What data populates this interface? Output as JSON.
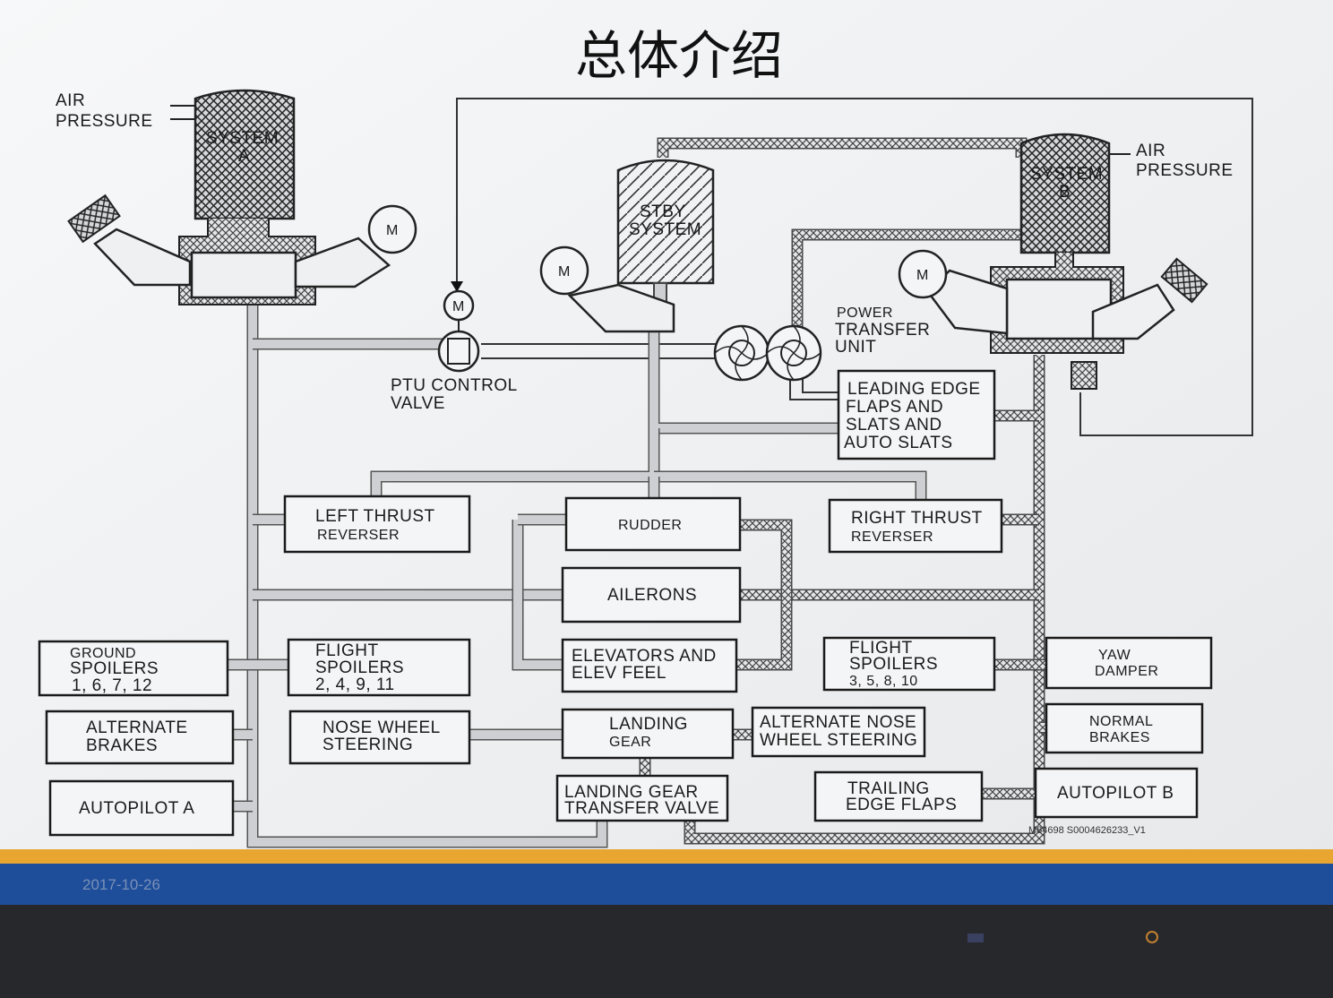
{
  "slide": {
    "title": "总体介绍",
    "date": "2017-10-26",
    "figure_id": "M84698 S0004626233_V1"
  },
  "system_a": {
    "air_pressure": [
      "AIR",
      "PRESSURE"
    ],
    "reservoir": [
      "SYSTEM",
      "A"
    ]
  },
  "system_b": {
    "air_pressure": [
      "AIR",
      "PRESSURE"
    ],
    "reservoir": [
      "SYSTEM",
      "B"
    ]
  },
  "stby": [
    "STBY",
    "SYSTEM"
  ],
  "motor_label": "M",
  "ptu_valve": [
    "PTU CONTROL",
    "VALVE"
  ],
  "ptu": [
    "POWER",
    "TRANSFER",
    "UNIT"
  ],
  "boxes": {
    "le_flaps": [
      "LEADING EDGE",
      "FLAPS AND",
      "SLATS AND",
      "AUTO SLATS"
    ],
    "left_tr": [
      "LEFT THRUST",
      "REVERSER"
    ],
    "rudder": [
      "RUDDER"
    ],
    "right_tr": [
      "RIGHT THRUST",
      "REVERSER"
    ],
    "ailerons": [
      "AILERONS"
    ],
    "ground_spoilers": [
      "GROUND",
      "SPOILERS",
      "1, 6, 7, 12"
    ],
    "flight_spoilers_a": [
      "FLIGHT",
      "SPOILERS",
      "2, 4, 9, 11"
    ],
    "elevators": [
      "ELEVATORS AND",
      "ELEV FEEL"
    ],
    "flight_spoilers_b": [
      "FLIGHT",
      "SPOILERS",
      "3, 5, 8, 10"
    ],
    "yaw_damper": [
      "YAW",
      "DAMPER"
    ],
    "alt_brakes": [
      "ALTERNATE",
      "BRAKES"
    ],
    "nose_wheel": [
      "NOSE WHEEL",
      "STEERING"
    ],
    "landing_gear": [
      "LANDING",
      "GEAR"
    ],
    "alt_nose": [
      "ALTERNATE NOSE",
      "WHEEL STEERING"
    ],
    "normal_brakes": [
      "NORMAL",
      "BRAKES"
    ],
    "autopilot_a": [
      "AUTOPILOT A"
    ],
    "lg_transfer": [
      "LANDING GEAR",
      "TRANSFER VALVE"
    ],
    "te_flaps": [
      "TRAILING",
      "EDGE FLAPS"
    ],
    "autopilot_b": [
      "AUTOPILOT B"
    ]
  }
}
